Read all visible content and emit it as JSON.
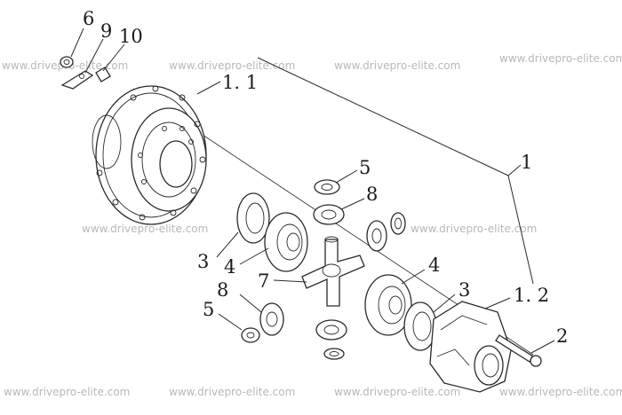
{
  "watermark": "www.drivepro-elite.com",
  "labels": {
    "l6": "6",
    "l9": "9",
    "l10": "10",
    "l1_1": "1. 1",
    "l1": "1",
    "l5_top": "5",
    "l8_top": "8",
    "l3_left": "3",
    "l4_left": "4",
    "l7": "7",
    "l8_bottom": "8",
    "l5_bottom": "5",
    "l4_right": "4",
    "l3_right": "3",
    "l1_2": "1. 2",
    "l2": "2"
  }
}
